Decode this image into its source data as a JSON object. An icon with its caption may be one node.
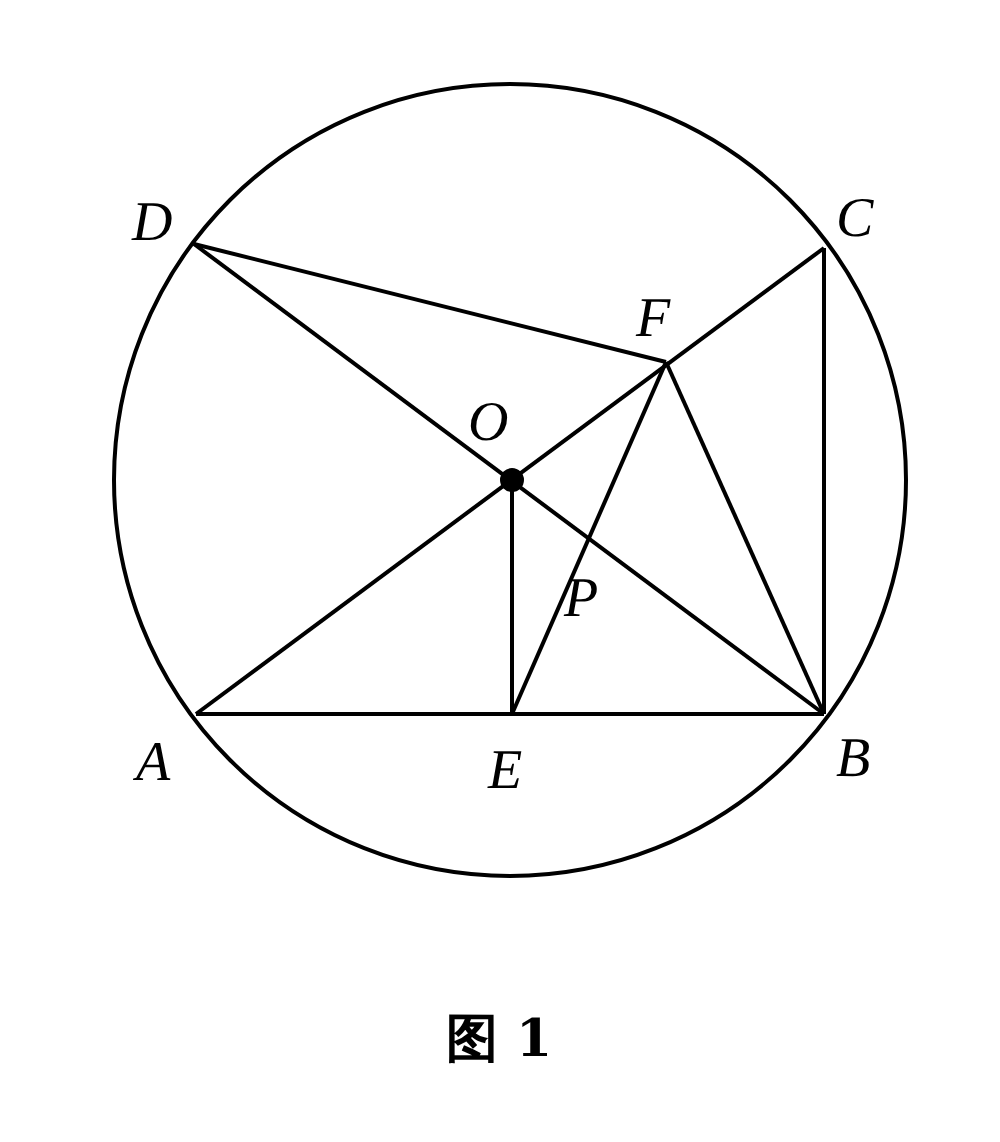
{
  "diagram": {
    "caption": "图 1",
    "labels": [
      "D",
      "C",
      "F",
      "O",
      "P",
      "A",
      "E",
      "B"
    ]
  }
}
